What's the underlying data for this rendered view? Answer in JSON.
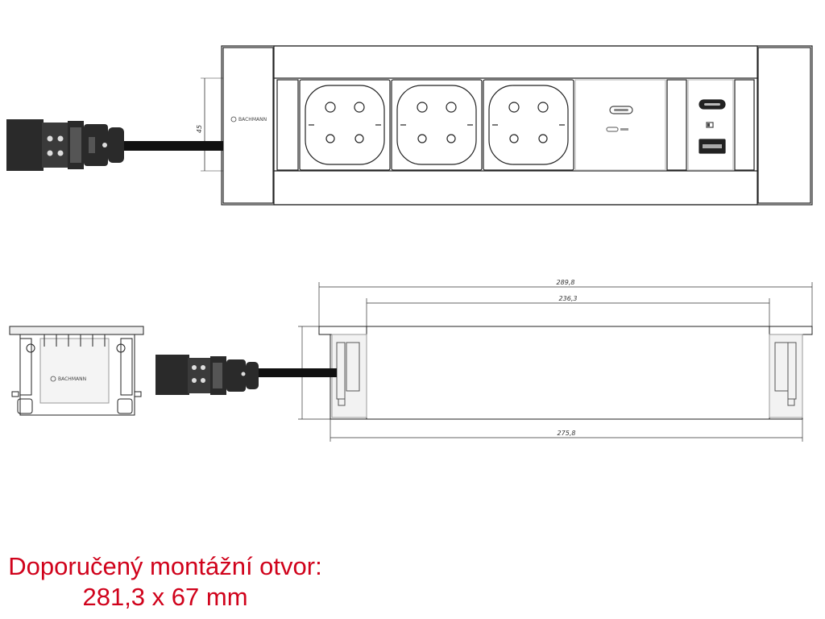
{
  "brand": "BACHMANN",
  "dimensions": {
    "height": "45",
    "overall_length": "289,8",
    "inner_length": "236,3",
    "bottom_length": "275,8"
  },
  "usb_label": "",
  "caption": {
    "line1": "Doporučený montážní otvor:",
    "line2": "281,3 x 67 mm"
  },
  "colors": {
    "caption": "#d0021b",
    "line": "#222222",
    "cable": "#111111",
    "connector": "#2a2a2a"
  }
}
